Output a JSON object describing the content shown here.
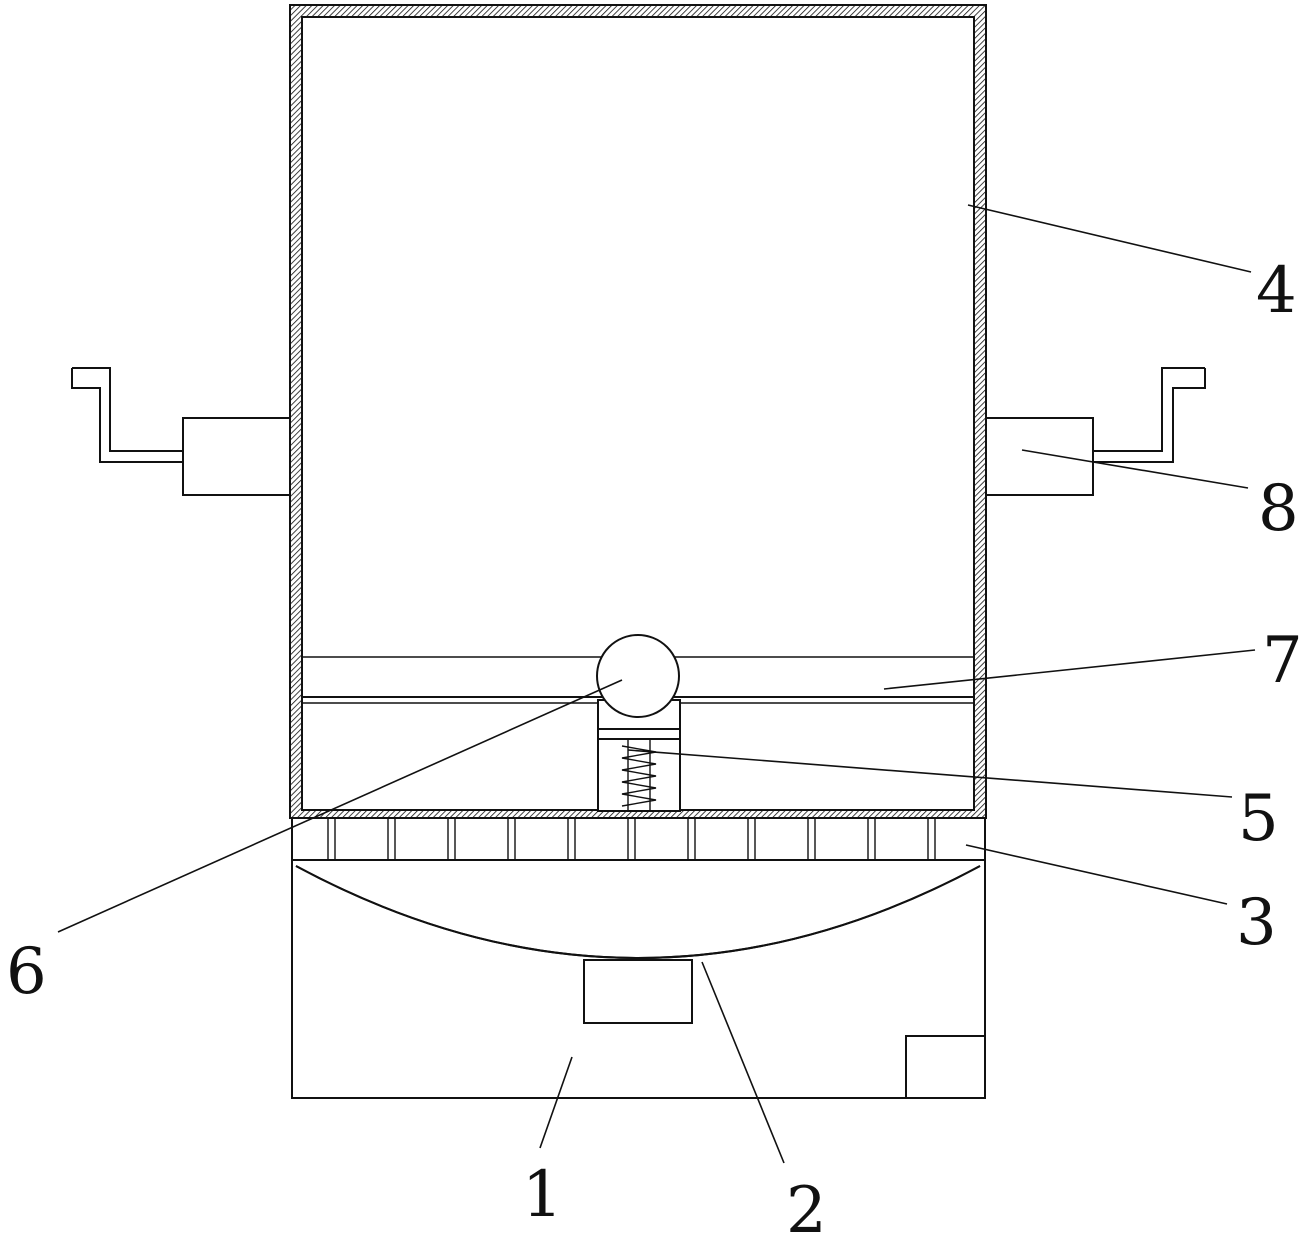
{
  "figure": {
    "labels": {
      "base": "1",
      "curved_plate": "2",
      "grate": "3",
      "housing": "4",
      "spring": "5",
      "ball": "6",
      "rail": "7",
      "handle_block": "8"
    }
  }
}
